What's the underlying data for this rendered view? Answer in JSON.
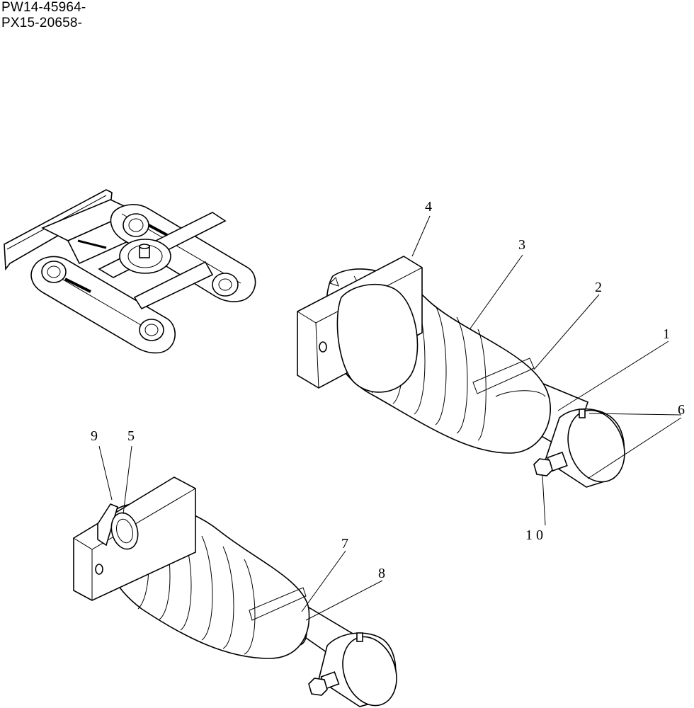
{
  "serial_numbers": [
    "PW14-45964-",
    "PX15-20658-"
  ],
  "callouts": [
    "1",
    "2",
    "3",
    "4",
    "5",
    "6",
    "7",
    "8",
    "9",
    "1 0"
  ]
}
